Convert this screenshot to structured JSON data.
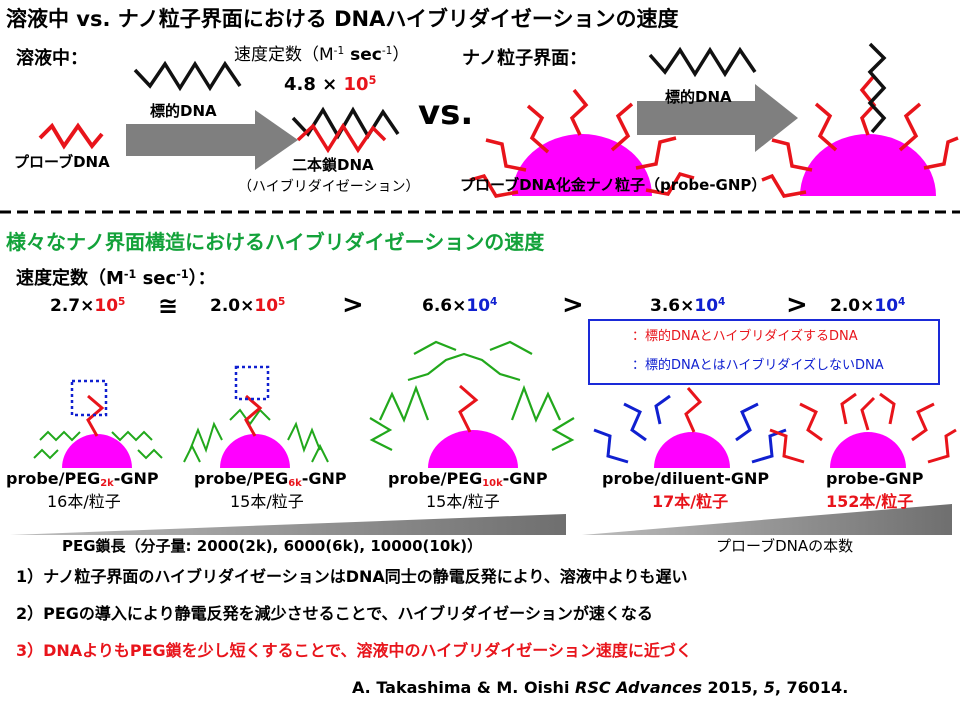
{
  "title": {
    "prefix": "溶液中 vs. ナノ粒子界面における ",
    "dna": "DNA",
    "suffix": "ハイブリダイゼーションの速度"
  },
  "top": {
    "solution_label": "溶液中：",
    "rate_label": "速度定数（M",
    "rate_exp": "-1",
    "rate_sec": " sec",
    "rate_close": "）",
    "rate_value": "4.8 ×",
    "rate_mant": "10",
    "rate_pow": "5",
    "target_dna": "標的DNA",
    "probe_dna": "プローブDNA",
    "duplex_1": "二本鎖DNA",
    "duplex_2": "（ハイブリダイゼーション）",
    "vs": "vs.",
    "interface_label": "ナノ粒子界面：",
    "target_dna_2": "標的DNA",
    "gnp_label": "プローブDNA化金ナノ粒子（probe-GNP）"
  },
  "section2_title": "様々なナノ界面構造におけるハイブリダイゼーションの速度",
  "rates_label": "速度定数（M",
  "rates_label_exp": "-1",
  "rates_label_sec": " sec",
  "rates_label_pow": "-1",
  "rates_label_close": "）：",
  "rates": [
    {
      "coef": "2.7×",
      "mant": "10",
      "pow": "5"
    },
    {
      "coef": "2.0×",
      "mant": "10",
      "pow": "5"
    },
    {
      "coef": "6.6×",
      "mant": "10",
      "pow": "4"
    },
    {
      "coef": "3.6×",
      "mant": "10",
      "pow": "4"
    },
    {
      "coef": "2.0×",
      "mant": "10",
      "pow": "4"
    }
  ],
  "relations": [
    "≅",
    ">",
    ">",
    ">"
  ],
  "legend": {
    "red": "：標的DNAとハイブリダイズするDNA",
    "blue": "：標的DNAとはハイブリダイズしないDNA"
  },
  "particles": [
    {
      "pre": "probe/PEG",
      "sub": "2k",
      "post": "-GNP",
      "count": "16本/粒子"
    },
    {
      "pre": "probe/PEG",
      "sub": "6k",
      "post": "-GNP",
      "count": "15本/粒子"
    },
    {
      "pre": "probe/PEG",
      "sub": "10k",
      "post": "-GNP",
      "count": "15本/粒子"
    },
    {
      "pre": "probe/diluent-GNP",
      "sub": "",
      "post": "",
      "count": "17本/粒子"
    },
    {
      "pre": "probe-GNP",
      "sub": "",
      "post": "",
      "count": "152本/粒子"
    }
  ],
  "peg_axis": "PEG鎖長（分子量: 2000(2k), 6000(6k), 10000(10k)）",
  "probe_axis": "プローブDNAの本数",
  "conclusions": [
    "1）ナノ粒子界面のハイブリダイゼーションはDNA同士の静電反発により、溶液中よりも遅い",
    "2）PEGの導入により静電反発を減少させることで、ハイブリダイゼーションが速くなる",
    "3）DNAよりもPEG鎖を少し短くすることで、溶液中のハイブリダイゼーション速度に近づく"
  ],
  "citation": {
    "authors": "A. Takashima & M. Oishi ",
    "journal": "RSC Advances",
    "year": " 2015, ",
    "vol": "5",
    "pages": ", 76014."
  },
  "colors": {
    "red": "#e8141b",
    "blue": "#1020d0",
    "green": "#13a23a",
    "magenta": "#ff00ff",
    "gray": "#7f7f7f",
    "peg": "#22a81c"
  }
}
